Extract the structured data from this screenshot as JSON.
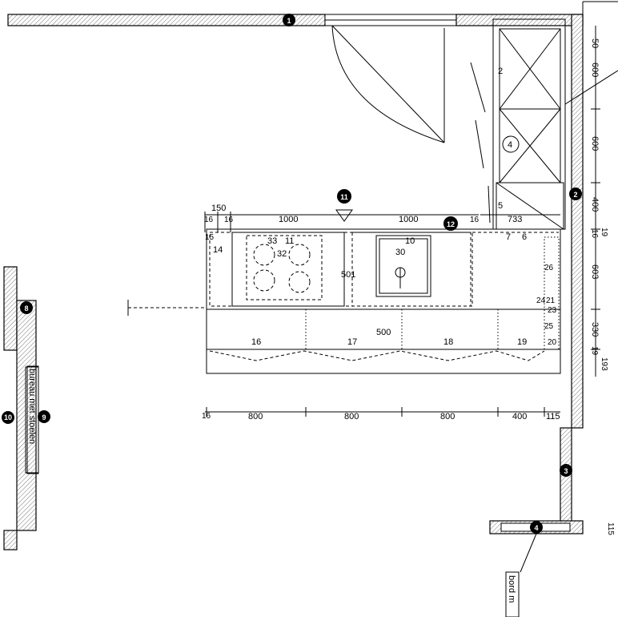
{
  "markers": {
    "m1": "1",
    "m2": "2",
    "m3": "3",
    "m4": "4",
    "m8": "8",
    "m9": "9",
    "m10": "10",
    "m11": "11",
    "m12": "12"
  },
  "labels": {
    "desk": "bureau met stoelen",
    "board": "bord m",
    "n2": "2",
    "n4": "4",
    "n5": "5",
    "n6": "6",
    "n7": "7",
    "n10": "10",
    "n11": "11",
    "n14": "14",
    "n15": "15",
    "n16": "16",
    "n17": "17",
    "n18": "18",
    "n19": "19",
    "n20": "20",
    "n21": "21",
    "n23": "23",
    "n24": "24",
    "n25": "25",
    "n26": "26",
    "n30": "30",
    "n32": "32",
    "n33": "33"
  },
  "dims_top": {
    "d150": "150",
    "d16a": "16",
    "d16b": "16",
    "d1000a": "1000",
    "d1000b": "1000",
    "d16c": "16",
    "d733": "733"
  },
  "dims_bottom": {
    "d16": "16",
    "d800a": "800",
    "d800b": "800",
    "d800c": "800",
    "d400": "400",
    "d115": "115"
  },
  "dims_right": {
    "d50": "50",
    "d600a": "600",
    "d600b": "600",
    "d400": "400",
    "d19a": "19",
    "d16": "16",
    "d603": "603",
    "d330": "330",
    "d19b": "19",
    "d193": "193",
    "d115": "115"
  },
  "dims_inner": {
    "d501": "501",
    "d500": "500"
  }
}
